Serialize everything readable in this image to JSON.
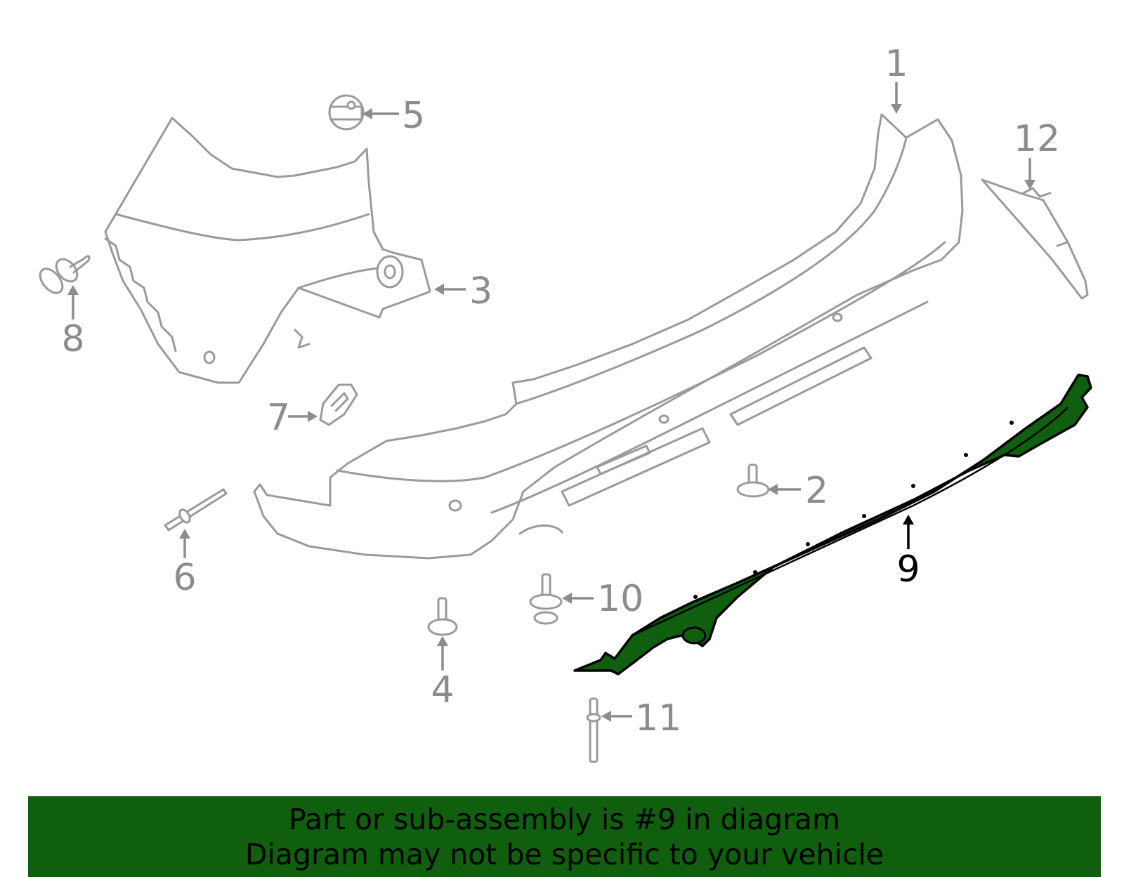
{
  "diagram": {
    "callouts": [
      {
        "id": "1",
        "label": "1",
        "highlighted": false
      },
      {
        "id": "2",
        "label": "2",
        "highlighted": false
      },
      {
        "id": "3",
        "label": "3",
        "highlighted": false
      },
      {
        "id": "4",
        "label": "4",
        "highlighted": false
      },
      {
        "id": "5",
        "label": "5",
        "highlighted": false
      },
      {
        "id": "6",
        "label": "6",
        "highlighted": false
      },
      {
        "id": "7",
        "label": "7",
        "highlighted": false
      },
      {
        "id": "8",
        "label": "8",
        "highlighted": false
      },
      {
        "id": "9",
        "label": "9",
        "highlighted": true
      },
      {
        "id": "10",
        "label": "10",
        "highlighted": false
      },
      {
        "id": "11",
        "label": "11",
        "highlighted": false
      },
      {
        "id": "12",
        "label": "12",
        "highlighted": false
      }
    ],
    "colors": {
      "outline": "#9a9a9a",
      "highlight_fill": "#0f5f0f",
      "highlight_stroke": "#000000"
    }
  },
  "footer": {
    "line1": "Part or sub-assembly is #9 in diagram",
    "line2": "Diagram may not be specific to your vehicle"
  }
}
